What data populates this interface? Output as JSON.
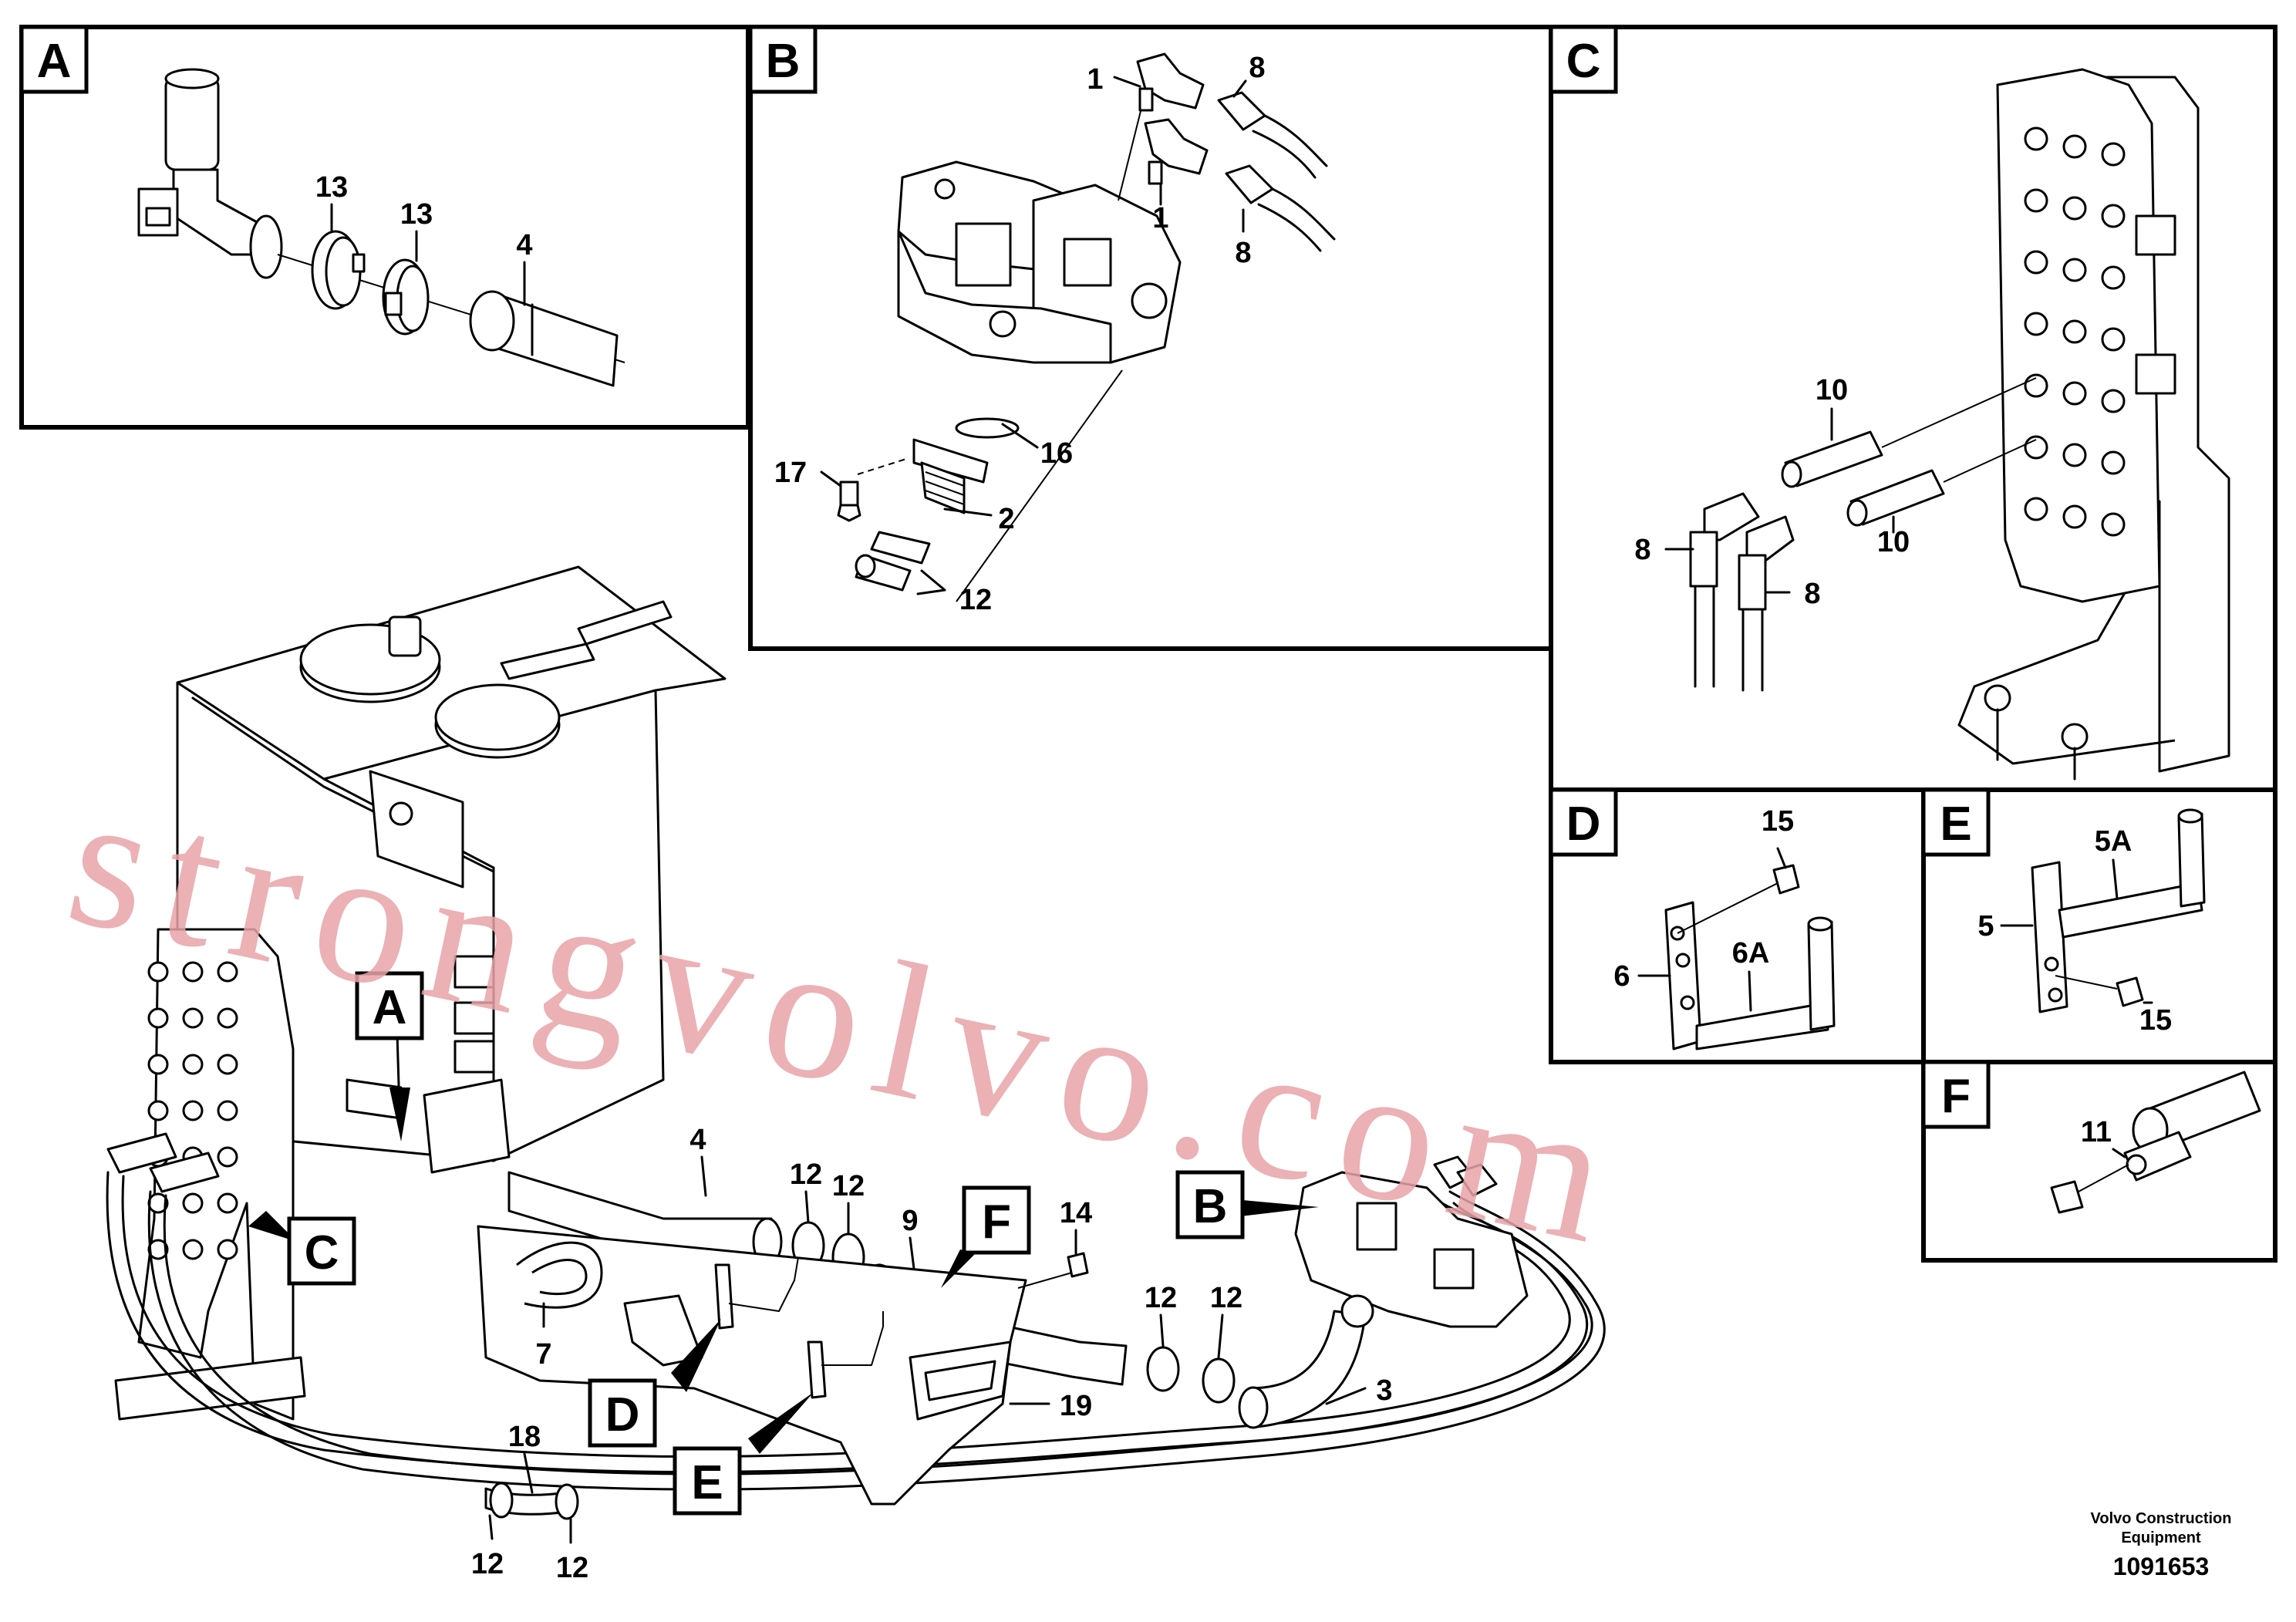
{
  "panels": {
    "A": {
      "letter": "A",
      "labels": {
        "c1": "13",
        "c2": "13",
        "hose": "4"
      }
    },
    "B": {
      "letter": "B",
      "labels": {
        "e1": "1",
        "e2": "1",
        "h1": "8",
        "h2": "8",
        "oring": "16",
        "bolt": "17",
        "fitting": "2",
        "clamps": "12"
      }
    },
    "C": {
      "letter": "C",
      "labels": {
        "a1": "10",
        "a2": "10",
        "h1": "8",
        "h2": "8"
      }
    },
    "D": {
      "letter": "D",
      "labels": {
        "screw": "15",
        "bracket": "6",
        "pipe": "6A"
      }
    },
    "E": {
      "letter": "E",
      "labels": {
        "pipe": "5A",
        "bracket": "5",
        "screw": "15"
      }
    },
    "F": {
      "letter": "F",
      "labels": {
        "part": "11"
      }
    }
  },
  "main": {
    "callouts": {
      "A": "A",
      "B": "B",
      "C": "C",
      "D": "D",
      "E": "E",
      "F": "F"
    },
    "labels": {
      "hose4": "4",
      "clamp12a": "12",
      "clamp12b": "12",
      "tube9": "9",
      "screw14": "14",
      "clamp12c": "12",
      "clamp12d": "12",
      "hose3": "3",
      "plate19": "19",
      "bracket7": "7",
      "hose18": "18",
      "clamp12e": "12",
      "clamp12f": "12"
    }
  },
  "watermark": "strongvolvo.com",
  "credit": {
    "line1": "Volvo Construction",
    "line2": "Equipment",
    "number": "1091653"
  }
}
